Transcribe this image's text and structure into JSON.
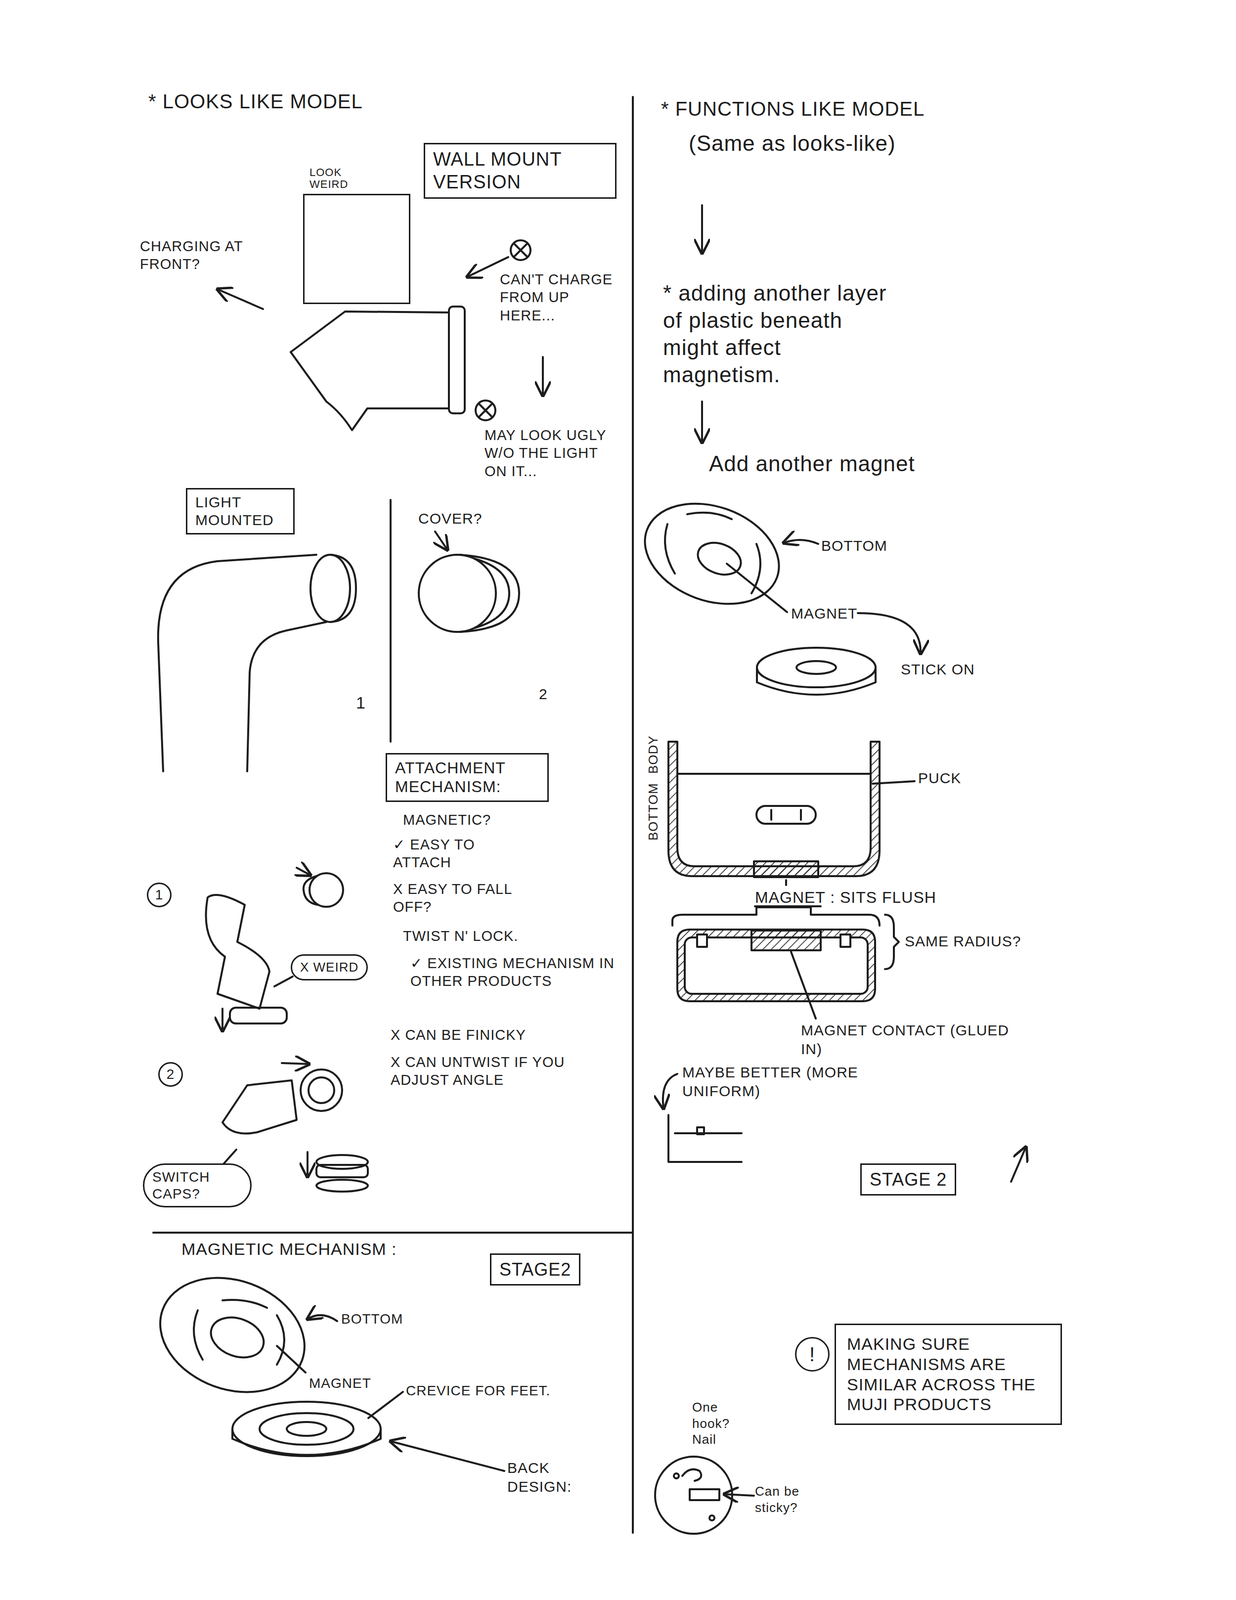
{
  "diagram": {
    "nodes": [
      {
        "text": [
          "WALL MOUNT VERSION"
        ]
      },
      {
        "text": [
          "LOOK WEIRD"
        ]
      },
      {
        "text": [
          "LIGHT MOUNTED"
        ]
      },
      {
        "text": [
          "ATTACHMENT MECHANISM:"
        ]
      },
      {
        "text": [
          "1"
        ]
      },
      {
        "text": [
          "X WEIRD"
        ]
      },
      {
        "text": [
          "2"
        ]
      },
      {
        "text": [
          "SWITCH CAPS?"
        ]
      },
      {
        "text": [
          "STAGE2"
        ]
      },
      {
        "text": [
          "STAGE 2"
        ]
      },
      {
        "text": [
          "!"
        ]
      },
      {
        "text": [
          "MAKING SURE MECHANISMS ARE SIMILAR ACROSS THE MUJI PRODUCTS"
        ]
      }
    ],
    "labels": [
      "* LOOKS LIKE MODEL",
      "CHARGING AT FRONT?",
      "CAN'T CHARGE FROM UP HERE...",
      "MAY LOOK UGLY W/O THE LIGHT ON IT...",
      "COVER?",
      "1",
      "2",
      "MAGNETIC?",
      "✓ EASY TO ATTACH",
      "X EASY TO FALL OFF?",
      "TWIST N' LOCK.",
      "✓ EXISTING MECHANISM IN OTHER PRODUCTS",
      "X CAN BE FINICKY",
      "X CAN UNTWIST IF YOU ADJUST ANGLE",
      "MAGNETIC MECHANISM :",
      "BOTTOM",
      "MAGNET",
      "CREVICE FOR FEET.",
      "BACK DESIGN:",
      "* FUNCTIONS LIKE MODEL",
      "(Same as looks-like)",
      "* adding another layer of plastic beneath might affect magnetism.",
      "Add another magnet",
      "BOTTOM",
      "MAGNET",
      "STICK ON",
      "BODY",
      "BOTTOM",
      "PUCK",
      "MAGNET : SITS FLUSH",
      "SAME RADIUS?",
      "MAGNET CONTACT (GLUED IN)",
      "MAYBE BETTER (MORE UNIFORM)",
      "One hook? Nail",
      "Can be sticky?"
    ]
  }
}
